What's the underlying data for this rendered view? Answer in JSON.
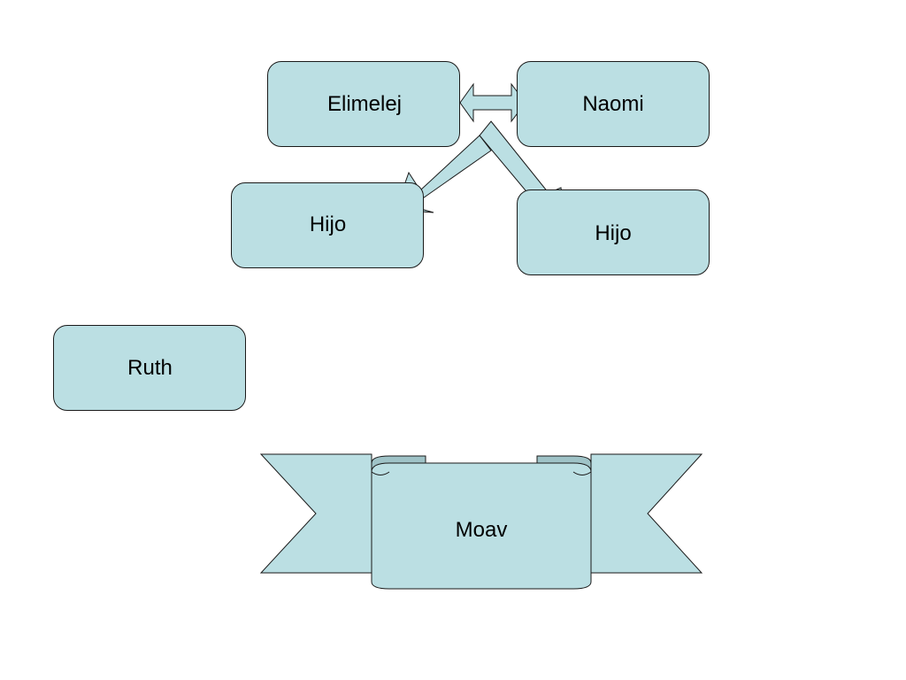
{
  "diagram": {
    "fill_color": "#bbdfe3",
    "fold_shadow_color": "#9fc3c7",
    "stroke_color": "#1a1a1a",
    "nodes": {
      "elimelej": "Elimelej",
      "naomi": "Naomi",
      "hijo_left": "Hijo",
      "hijo_right": "Hijo",
      "ruth": "Ruth"
    },
    "banner": {
      "label": "Moav"
    }
  }
}
